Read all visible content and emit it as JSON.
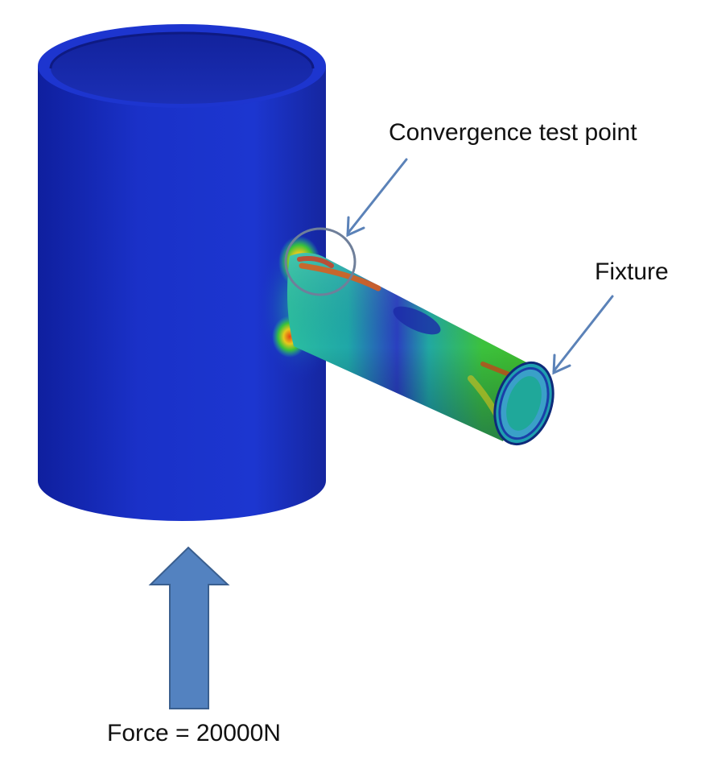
{
  "labels": {
    "convergence": "Convergence test point",
    "fixture": "Fixture",
    "force": "Force = 20000N"
  },
  "colors": {
    "cylinder_blue": "#1a2fc4",
    "stress_red": "#e03a10",
    "stress_yellow": "#e9d21a",
    "stress_green": "#2fbf34",
    "stress_cyan": "#1fb0a6",
    "arrow_fill": "#5382c0",
    "arrow_stroke": "#3a5f8f",
    "leader_line": "#5b82b8",
    "callout_circle": "#6f7f9a"
  }
}
